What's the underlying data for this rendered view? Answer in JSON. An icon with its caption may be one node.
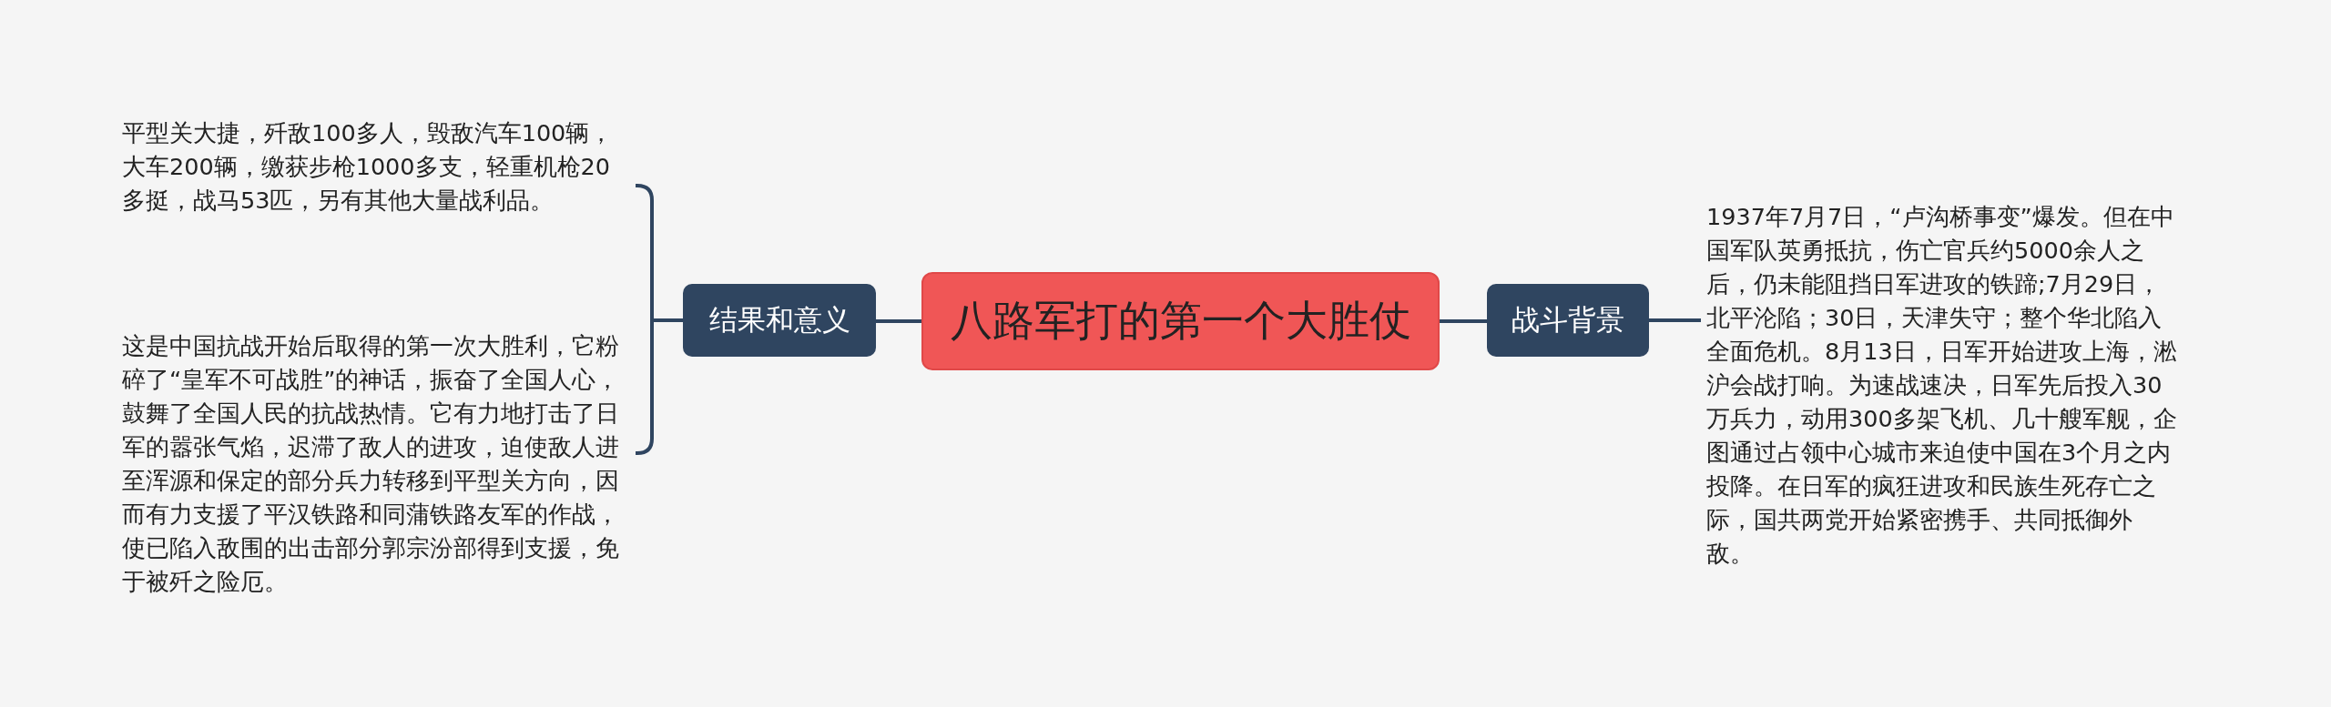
{
  "diagram": {
    "nodes": [
      {
        "text": [
          "八路军打的第一个大胜仗"
        ]
      },
      {
        "text": [
          "结果和意义"
        ]
      },
      {
        "text": [
          "战斗背景"
        ]
      },
      {
        "text": [
          "平型关大捷，歼敌100多人，毁敌汽车100辆，大车200辆，缴获步枪1000多支，轻重机枪20多挺，战马53匹，另有其他大量战利品。"
        ]
      },
      {
        "text": [
          "这是中国抗战开始后取得的第一次大胜利，它粉碎了“皇军不可战胜”的神话，振奋了全国人心，鼓舞了全国人民的抗战热情。它有力地打击了日军的嚣张气焰，迟滞了敌人的进攻，迫使敌人进至浑源和保定的部分兵力转移到平型关方向，因而有力支援了平汉铁路和同蒲铁路友军的作战，使已陷入敌围的出击部分郭宗汾部得到支援，免于被歼之险厄。"
        ]
      },
      {
        "text": [
          "1937年7月7日，“卢沟桥事变”爆发。但在中国军队英勇抵抗，伤亡官兵约5000余人之后，仍未能阻挡日军进攻的铁蹄;7月29日，北平沦陷；30日，天津失守；整个华北陷入全面危机。8月13日，日军开始进攻上海，淞沪会战打响。为速战速决，日军先后投入30万兵力，动用300多架飞机、几十艘军舰，企图通过占领中心城市来迫使中国在3个月之内投降。在日军的疯狂进攻和民族生死存亡之际，国共两党开始紧密携手、共同抵御外敌。"
        ]
      }
    ],
    "edges": [
      {
        "from": 0,
        "to": 1,
        "arrow": "none"
      },
      {
        "from": 0,
        "to": 2,
        "arrow": "none"
      },
      {
        "from": 1,
        "to": 3,
        "arrow": "none"
      },
      {
        "from": 1,
        "to": 4,
        "arrow": "none"
      },
      {
        "from": 2,
        "to": 5,
        "arrow": "none"
      }
    ]
  }
}
